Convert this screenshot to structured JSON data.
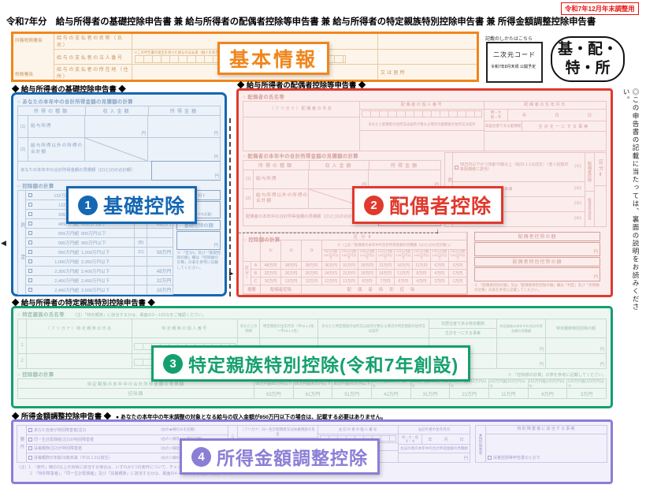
{
  "page": {
    "tag": "令和7年12月年末調整用",
    "title": "令和7年分　給与所得者の基礎控除申告書 兼 給与所得者の配偶者控除等申告書 兼 給与所得者の特定親族特別控除申告書 兼 所得金額調整控除申告書"
  },
  "aside": {
    "howto": "記載のしかたはこちら",
    "qr": "二次元コード",
    "qr_note": "令和7年8月末頃 公開予定",
    "badge1": "基・配・",
    "badge2": "特・所",
    "side_note": "◎この申告書の記載に当たっては、裏面の説明をお読みください。"
  },
  "marks": {
    "left": "◀",
    "right": "▶",
    "down": "↓"
  },
  "colors": {
    "orange": "#f0861c",
    "blue": "#1567b3",
    "red": "#e0392e",
    "green": "#14a06d",
    "purple": "#8b7ed7",
    "warning_red": "#e8130e"
  },
  "basic": {
    "overlay": "基本情報",
    "office1": "所轄税務署長",
    "office2": "税務署長",
    "payer_name": "給与の支払者の名称（氏名）",
    "payer_no": "給与の支払者の法人番号",
    "payer_no_note": "※この申告書の提出を受けた給与の支払者（個人を除きます。）が記載してください。",
    "payer_addr": "給与の支払者の所在地（住所）",
    "addr2": "又は居所"
  },
  "basic_ded": {
    "header": "◆ 給与所得者の基礎控除申告書 ◆",
    "num": "1",
    "overlay": "基礎控除",
    "t1": "○ あなたの本年中の合計所得金額の見積額の計算",
    "cols": [
      "所得の種類",
      "収入金額",
      "所得金額"
    ],
    "r1no": "(1)",
    "r1": "給与所得",
    "r2no": "(2)",
    "r2": "給与所得以外の所得の合計額",
    "yen": "円",
    "total": "あなたの本年中の合計所得金額の見積額（(1)と(2)の合計額）",
    "t2": "○ 控除額の計算",
    "judge": "判定",
    "rows": [
      {
        "a": "132万円以下",
        "b": "",
        "tag": "",
        "amt": ""
      },
      {
        "a": "132万円超",
        "b": "336万円以下",
        "tag": "",
        "amt": ""
      },
      {
        "a": "336万円超",
        "b": "489万円以下",
        "tag": "",
        "amt": ""
      },
      {
        "a": "489万円超",
        "b": "655万円以下",
        "tag": "",
        "amt": "63万円"
      },
      {
        "a": "655万円超",
        "b": "900万円以下",
        "tag": "",
        "amt": ""
      },
      {
        "a": "900万円超",
        "b": "950万円以下",
        "tag": "(B)",
        "amt": ""
      },
      {
        "a": "950万円超",
        "b": "1,000万円以下",
        "tag": "(C)",
        "amt": "58万円"
      },
      {
        "a": "1,000万円超",
        "b": "2,350万円以下",
        "tag": "",
        "amt": ""
      },
      {
        "a": "2,350万円超",
        "b": "2,400万円以下",
        "tag": "",
        "amt": "48万円"
      },
      {
        "a": "2,400万円超",
        "b": "2,450万円以下",
        "tag": "",
        "amt": "32万円"
      },
      {
        "a": "2,450万円超",
        "b": "2,500万円以下",
        "tag": "",
        "amt": "16万円"
      }
    ],
    "kubun1": "区分Ⅰ",
    "kubun1_note": "（左のA～Cを記載）",
    "amount": "基礎控除の額",
    "note": "※ 「区分Ⅰ」及び「基礎控除の額」欄は「控除額の計算」の表を参考に記載してください。"
  },
  "spouse": {
    "header": "◆ 給与所得者の配偶者控除等申告書 ◆",
    "num": "2",
    "overlay": "配偶者控除",
    "t1": "○ 配偶者の氏名等",
    "name": "（フリガナ）配偶者の氏名",
    "myno": "配偶者の個人番号",
    "birth": "配偶者の生年月日",
    "era1": "明・大",
    "era2": "昭・平",
    "y": "年",
    "m": "月",
    "d": "日",
    "addr": "あなたと配偶者の住所又は居所が異なる場合の配偶者の住所又は居所",
    "nonres": "非居住者である配偶者",
    "fact": "生計を一にする事実",
    "t2": "○ 配偶者の本年中の合計所得金額の見積額の計算",
    "cols": [
      "所得の種類",
      "収入金額",
      "所得金額"
    ],
    "r1no": "(1)",
    "r1": "給与所得",
    "r2no": "(2)",
    "r2": "給与所得以外の所得の合計額",
    "yen": "円",
    "total": "配偶者の本年中の合計所得金額の見積額（(1)と(2)の合計額）",
    "judge": "判定",
    "jrows": [
      {
        "t": "58万円以下かつ年齢70歳以上（昭31.1.1以前生）〈老人控除対象配偶者に該当〉",
        "n": "(①)"
      },
      {
        "t": "58万円以下かつ年齢70歳未満",
        "n": "(②)"
      },
      {
        "t": "58万円超95万円以下",
        "n": "(③)"
      },
      {
        "t": "95万円超133万円以下",
        "n": "(④)"
      }
    ],
    "grp1": "配偶者控除",
    "grp2": "配偶者特別控除",
    "kubun2": "区分Ⅱ",
    "t3": "○ 控除額の計算",
    "mx": {
      "k2": "区分Ⅱ",
      "c1": "①",
      "c2": "②",
      "c3": "③",
      "c4": "④（上記「配偶者の本年中の合計所得金額の見積額（(1)と(2)の合計額）」）",
      "subs": [
        "95万円超 100万円以下",
        "100万円超 105万円以下",
        "105万円超 110万円以下",
        "110万円超 115万円以下",
        "115万円超 120万円以下",
        "120万円超 125万円以下",
        "125万円超 130万円以下",
        "130万円超 133万円以下"
      ],
      "k1": "区分Ⅰ",
      "ra": "A",
      "rb": "B",
      "rc": "C",
      "va": [
        "48万円",
        "38万円",
        "38万円",
        "36万円",
        "31万円",
        "26万円",
        "21万円",
        "16万円",
        "11万円",
        "6万円",
        "3万円"
      ],
      "vb": [
        "32万円",
        "26万円",
        "26万円",
        "24万円",
        "21万円",
        "18万円",
        "14万円",
        "11万円",
        "8万円",
        "4万円",
        "2万円"
      ],
      "vc": [
        "16万円",
        "13万円",
        "13万円",
        "12万円",
        "11万円",
        "9万円",
        "7万円",
        "6万円",
        "4万円",
        "2万円",
        "1万円"
      ],
      "sum": "摘要",
      "sum1": "配偶者控除",
      "sum2": "配偶者特別控除"
    },
    "amt1": "配偶者控除の額",
    "amt2": "配偶者特別控除の額",
    "note": "※ 「配偶者控除の額」又は「配偶者特別控除の額」欄は「判定」及び「控除額の計算」の表を参考に記載してください。"
  },
  "relative": {
    "header": "◆ 給与所得者の特定親族特別控除申告書 ◆",
    "num": "3",
    "overlay": "特定親族特別控除(令和7年創設)",
    "t1": "○ 特定親族の氏名等",
    "t1note": "（注）「特定親族」に該当するかは、裏面の3－1の(1)をご確認ください。",
    "name": "（フリガナ）特定親族の氏名",
    "myno": "特定親族の個人番号",
    "rel": "あなたとの続柄",
    "birth": "特定親族の生年月日（平15.1.2生～平19.1.1生）",
    "addr": "あなたと特定親族の住所又は居所が異なる場合の特定親族の住所又は居所",
    "nonres": "非居住者である特定親族",
    "fact": "生計を一にする事実",
    "income": "特定親族の本年中の合計所得金額の見積額",
    "ded": "特定親族特別控除の額",
    "no1": "1",
    "no2": "2",
    "yen": "円",
    "t2": "○ 控除額の計算",
    "t2note": "※ 「控除額の計算」の表を参考に記載してください。",
    "calc_label": "特定親族の本年中の合計所得金額の見積額",
    "calc_ded": "控除額",
    "ranges": [
      "58万円超85万円以下",
      "85万円超90万円以下",
      "90万円超95万円以下",
      "95万円超100万円以下",
      "100万円超105万円以下",
      "105万円超110万円以下",
      "110万円超115万円以下",
      "115万円超120万円以下",
      "120万円超123万円以下"
    ],
    "values": [
      "63万円",
      "61万円",
      "51万円",
      "41万円",
      "31万円",
      "21万円",
      "11万円",
      "6万円",
      "3万円"
    ]
  },
  "adjust": {
    "header": "◆ 所得金額調整控除申告書 ◆",
    "hnote": "● あなたの本年中の年末調整の対象となる給与の収入金額が850万円以下の場合は、記載する必要はありません。",
    "num": "4",
    "overlay": "所得金額調整控除",
    "youken": "要件",
    "youken_note": "(注1)",
    "reqs": [
      {
        "l": "あなた自身が特別障害者(注2)",
        "n": "（右の★欄のみを記載）"
      },
      {
        "l": "同一生計配偶者(注2)が特別障害者",
        "n": "（右の☆欄及び★欄を記載）"
      },
      {
        "l": "扶養親族(注2)が特別障害者",
        "n": "（右の☆欄及び★欄を記載）"
      },
      {
        "l": "扶養親族が年齢23歳未満（平15.1.2以後生）",
        "n": "（右の☆欄のみを記載）"
      }
    ],
    "fuyou": "☆扶養親族等",
    "name": "（フリガナ）同一生計配偶者又は扶養親族の氏名",
    "myno": "左記の者の個人番号",
    "birth": "左記の者の生年月日",
    "era1": "明・大・昭",
    "era2": "平・令",
    "y": "年",
    "m": "月",
    "d": "日",
    "rel": "左記の者のあなたとの続柄",
    "income": "左記の者の本年中の合計所得金額の見積額",
    "yen": "円",
    "star": "★特別障害者",
    "fact": "特別障害者に該当する事実",
    "chk": "扶養控除等申告書のとおり",
    "note1": "（注）1　「要件」欄の2以上の項目に該当する場合は、いずれか1つの要件について、チェックを付け記載することで差し支えありません。",
    "note2": "2　「特別障害者」、「同一生計配偶者」及び「扶養親族」に該当するかは、裏面の4－1の(1)をご確認ください。"
  }
}
